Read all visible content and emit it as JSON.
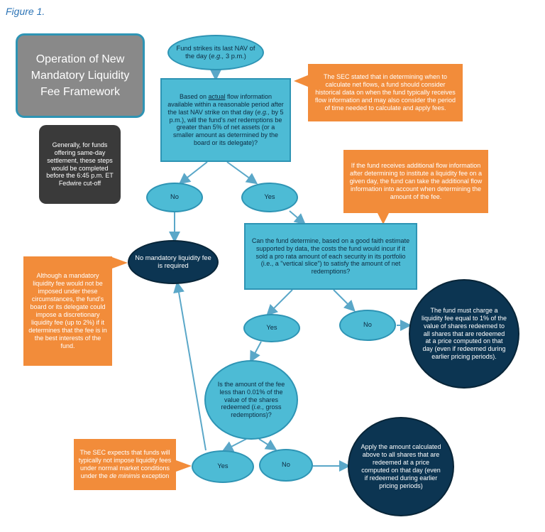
{
  "figure_label": "Figure 1.",
  "title": "Operation of New Mandatory Liquidity Fee Framework",
  "notes": {
    "settlement": "Generally, for funds offering same-day settlement, these steps would be completed before the 6:45 p.m. ET Fedwire cut-off",
    "sec_net_flows": "The SEC stated that in determining when to calculate net flows, a fund should consider historical data on when the fund typically receives flow information and may also consider the period of time needed to calculate and apply fees.",
    "additional_flow": "If the fund receives additional flow information after determining to institute a liquidity fee on a given day, the fund can take the additional flow information into account when determining the amount of the fee.",
    "discretionary": "Although a mandatory liquidity fee would not be imposed under these circumstances, the fund's board or its delegate could impose a discretionary liquidity fee (up to 2%) if it determines that the fee is in the best interests of the fund.",
    "de_minimis_pre": "The SEC expects that funds will typically not impose liquidity fees under normal market conditions under the ",
    "de_minimis_em": "de minimis",
    "de_minimis_post": " exception"
  },
  "nodes": {
    "start_pre": "Fund strikes its last NAV of the day (",
    "start_em": "e.g.,",
    "start_post": " 3 p.m.)",
    "q1_a": "Based on ",
    "q1_u": "actual",
    "q1_b": " flow information available within a reasonable period after the last NAV strike on that day (",
    "q1_em1": "e.g.,",
    "q1_c": " by 5 p.m.), will the fund's ",
    "q1_em2": "net",
    "q1_d": " redemptions be greater than 5% of net assets (or a smaller amount as determined by the board or its delegate)?",
    "no1": "No",
    "yes1": "Yes",
    "no_fee": "No mandatory liquidity fee is required",
    "q2": "Can the fund determine, based on a good faith estimate supported by data, the costs the fund would incur if it sold a pro rata amount of each security in its portfolio (i.e., a \"vertical slice\") to satisfy the amount of net redemptions?",
    "yes2": "Yes",
    "no2": "No",
    "one_percent": "The fund must charge a liquidity fee equal to 1% of the value of shares redeemed to all shares that are redeemed at a price computed on that day (even if redeemed during earlier pricing periods).",
    "q3_a": "Is the amount of the fee less than 0.01% of the value of the shares redeemed (",
    "q3_em": "i.e.,",
    "q3_b": " gross redemptions)?",
    "yes3": "Yes",
    "no3": "No",
    "apply_amount": "Apply the amount calculated above to all shares that are redeemed at a price computed on that day (even if redeemed during earlier pricing periods)"
  },
  "colors": {
    "light_node": "#4dbbd5",
    "dark_node": "#0c3552",
    "orange_note": "#f28c3a",
    "connector": "#5aa7c8",
    "title_box": "#898989"
  }
}
